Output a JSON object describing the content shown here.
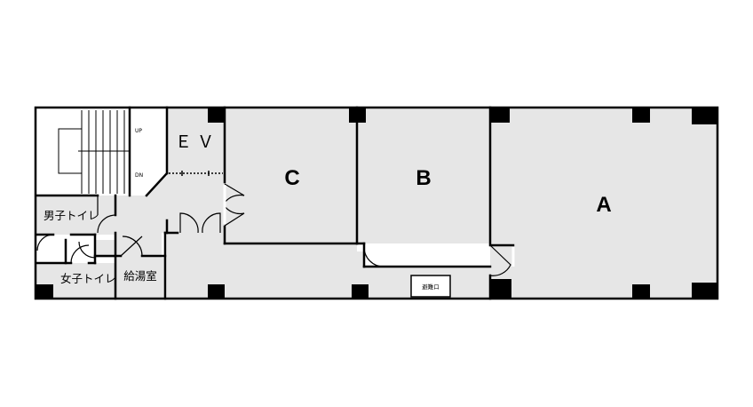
{
  "plan": {
    "rooms": {
      "a": "A",
      "b": "B",
      "c": "C",
      "ev": "ＥＶ",
      "mens_toilet": "男子トイレ",
      "womens_toilet": "女子トイレ",
      "kitchenette": "給湯室",
      "evacuation_hatch": "避難口"
    },
    "stairs": {
      "up": "UP",
      "dn": "DN"
    }
  }
}
